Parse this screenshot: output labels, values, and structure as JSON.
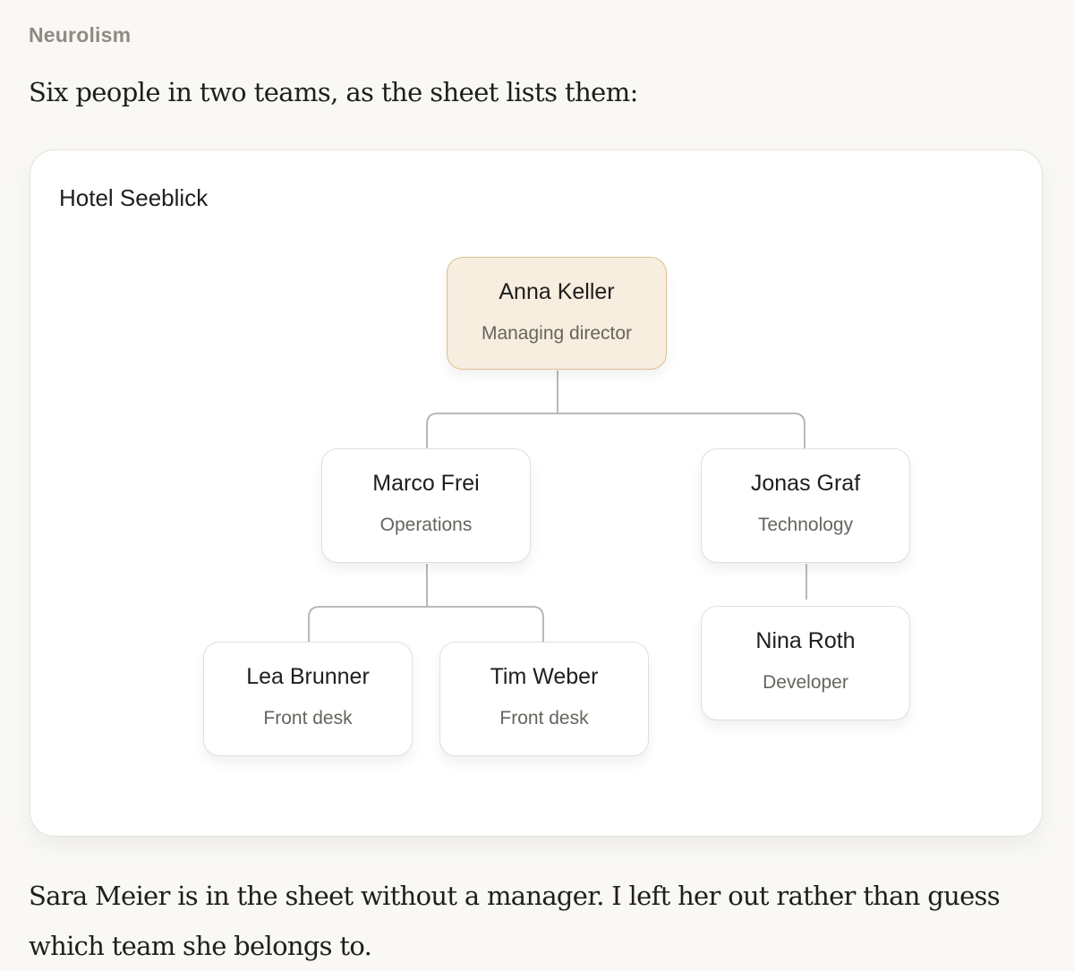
{
  "app": {
    "name": "Neurolism"
  },
  "message": {
    "intro": "Six people in two teams, as the sheet lists them:",
    "outro": "Sara Meier is in the sheet without a manager. I left her out rather than guess which team she belongs to."
  },
  "org_chart": {
    "title": "Hotel Seeblick",
    "root": {
      "name": "Anna Keller",
      "role": "Managing director"
    },
    "teams": [
      {
        "lead": {
          "name": "Marco Frei",
          "role": "Operations"
        },
        "members": [
          {
            "name": "Lea Brunner",
            "role": "Front desk"
          },
          {
            "name": "Tim Weber",
            "role": "Front desk"
          }
        ]
      },
      {
        "lead": {
          "name": "Jonas Graf",
          "role": "Technology"
        },
        "members": [
          {
            "name": "Nina Roth",
            "role": "Developer"
          }
        ]
      }
    ]
  },
  "colors": {
    "background": "#f9f8f4",
    "root_fill": "#f7eedf",
    "root_border": "#ddbf8f",
    "node_border": "#e1dfd6",
    "connector": "#b3b1ab"
  }
}
